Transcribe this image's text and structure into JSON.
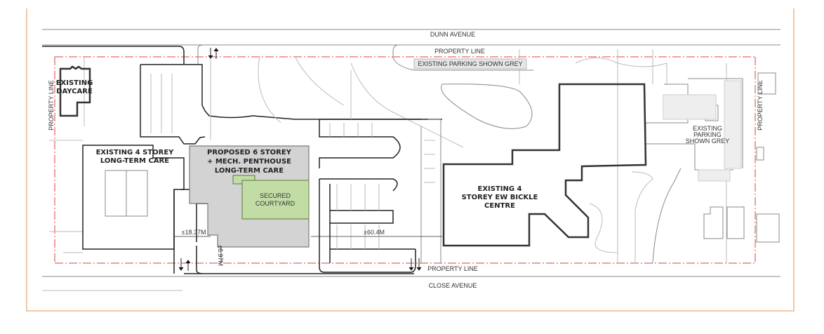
{
  "streets": {
    "north": "DUNN AVENUE",
    "south": "CLOSE AVENUE"
  },
  "property_line_labels": {
    "top": "PROPERTY LINE",
    "bottom": "PROPERTY LINE",
    "left": "PROPERTY LINE",
    "right": "PROPERTY LINE"
  },
  "buildings": {
    "daycare": [
      "EXISTING",
      "DAYCARE"
    ],
    "existing_ltc": [
      "EXISTING 4 STOREY",
      "LONG-TERM CARE"
    ],
    "proposed": [
      "PROPOSED 6 STOREY",
      "+ MECH. PENTHOUSE",
      "LONG-TERM CARE"
    ],
    "courtyard": [
      "SECURED",
      "COURTYARD"
    ],
    "bickle": [
      "EXISTING 4",
      "STOREY EW BICKLE",
      "CENTRE"
    ]
  },
  "parking": {
    "top": "EXISTING PARKING SHOWN GREY",
    "right": [
      "EXISTING",
      "PARKING",
      "SHOWN GREY"
    ]
  },
  "dimensions": {
    "width_west": "±18.37M",
    "width_east": "±60.4M",
    "setback": "±6.97M"
  },
  "colors": {
    "proposed": "#d3d3d3",
    "courtyard": "#c2dca6",
    "property_line": "#e04040",
    "frame": "#f0c8a8"
  }
}
